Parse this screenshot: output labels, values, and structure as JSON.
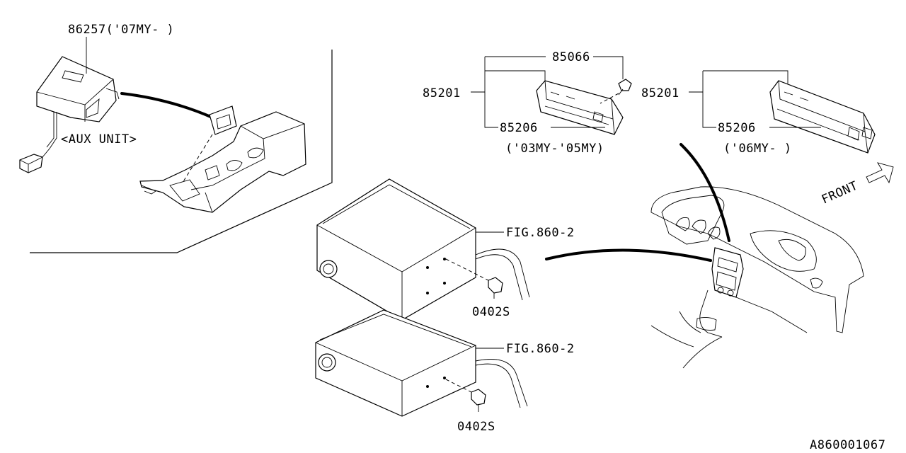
{
  "labels": {
    "aux_part": "86257('07MY- )",
    "aux_unit": "<AUX UNIT>",
    "bracket_a": "85066",
    "panel_a": "85201",
    "sub_a": "85206",
    "range_a": "('03MY-'05MY)",
    "panel_b": "85201",
    "sub_b": "85206",
    "range_b": "('06MY- )",
    "front": "FRONT",
    "fig_upper": "FIG.860-2",
    "fig_lower": "FIG.860-2",
    "screw_upper": "0402S",
    "screw_lower": "0402S",
    "diagram_id": "A860001067"
  }
}
